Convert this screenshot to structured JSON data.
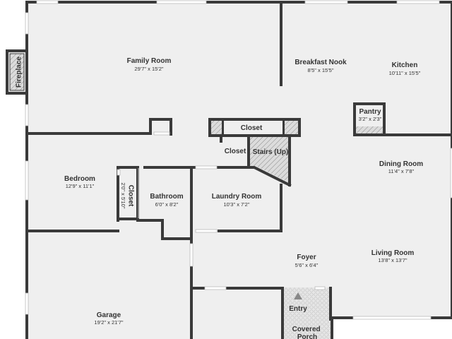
{
  "rooms": {
    "family_room": {
      "name": "Family Room",
      "dims": "29'7\" x 15'2\""
    },
    "breakfast_nook": {
      "name": "Breakfast Nook",
      "dims": "8'5\" x 15'5\""
    },
    "kitchen": {
      "name": "Kitchen",
      "dims": "10'11\" x 15'5\""
    },
    "fireplace": {
      "name": "Fireplace"
    },
    "pantry": {
      "name": "Pantry",
      "dims": "3'2\" x 2'3\""
    },
    "closet_top": {
      "name": "Closet"
    },
    "closet_mid": {
      "name": "Closet"
    },
    "stairs": {
      "name": "Stairs (Up)"
    },
    "dining_room": {
      "name": "Dining Room",
      "dims": "11'4\" x 7'8\""
    },
    "bedroom": {
      "name": "Bedroom",
      "dims": "12'9\" x 11'1\""
    },
    "closet_bed": {
      "name": "Closet",
      "dims": "2'0\" x 5'10\""
    },
    "bathroom": {
      "name": "Bathroom",
      "dims": "6'0\" x 8'2\""
    },
    "laundry_room": {
      "name": "Laundry Room",
      "dims": "10'3\" x 7'2\""
    },
    "foyer": {
      "name": "Foyer",
      "dims": "5'6\" x 6'4\""
    },
    "living_room": {
      "name": "Living Room",
      "dims": "13'8\" x 13'7\""
    },
    "garage": {
      "name": "Garage",
      "dims": "19'2\" x 21'7\""
    },
    "entry": {
      "name": "Entry"
    },
    "covered_porch": {
      "name": "Covered Porch"
    }
  },
  "colors": {
    "floor": "#efefef",
    "wall": "#3a3a3a",
    "window": "#ffffff",
    "fixture": "#d0d0d0",
    "text": "#333333"
  }
}
